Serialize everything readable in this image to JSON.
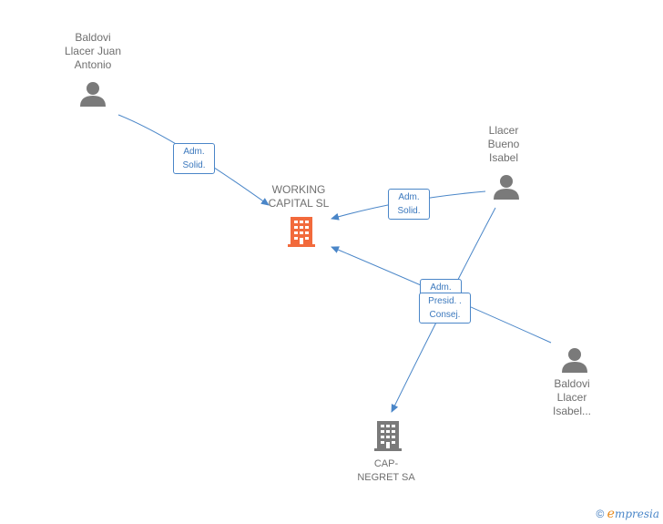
{
  "nodes": {
    "baldovi_juan": {
      "label_lines": [
        "Baldovi",
        "Llacer Juan",
        "Antonio"
      ]
    },
    "working_capital": {
      "label_lines": [
        "WORKING",
        "CAPITAL SL"
      ]
    },
    "llacer_bueno": {
      "label_lines": [
        "Llacer",
        "Bueno",
        "Isabel"
      ]
    },
    "baldovi_isabel": {
      "label_lines": [
        "Baldovi",
        "Llacer",
        "Isabel..."
      ]
    },
    "cap_negret": {
      "label_lines": [
        "CAP-",
        "NEGRET SA"
      ]
    }
  },
  "edges": {
    "baldovi_juan_to_working": {
      "lines": [
        "Adm.",
        "Solid."
      ]
    },
    "llacer_to_working": {
      "lines": [
        "Adm.",
        "Solid."
      ]
    },
    "baldovi_isabel_to_working": {
      "lines": [
        "Adm."
      ]
    },
    "llacer_to_capnegret": {
      "lines": [
        "Presid. .",
        "Consej."
      ]
    }
  },
  "colors": {
    "person_icon": "#7a7a7a",
    "company_highlight": "#f26a3c",
    "company_other": "#7a7a7a",
    "edge": "#4a86c8"
  },
  "branding": {
    "copyright_symbol": "©",
    "brand_first": "e",
    "brand_rest": "mpresia"
  }
}
